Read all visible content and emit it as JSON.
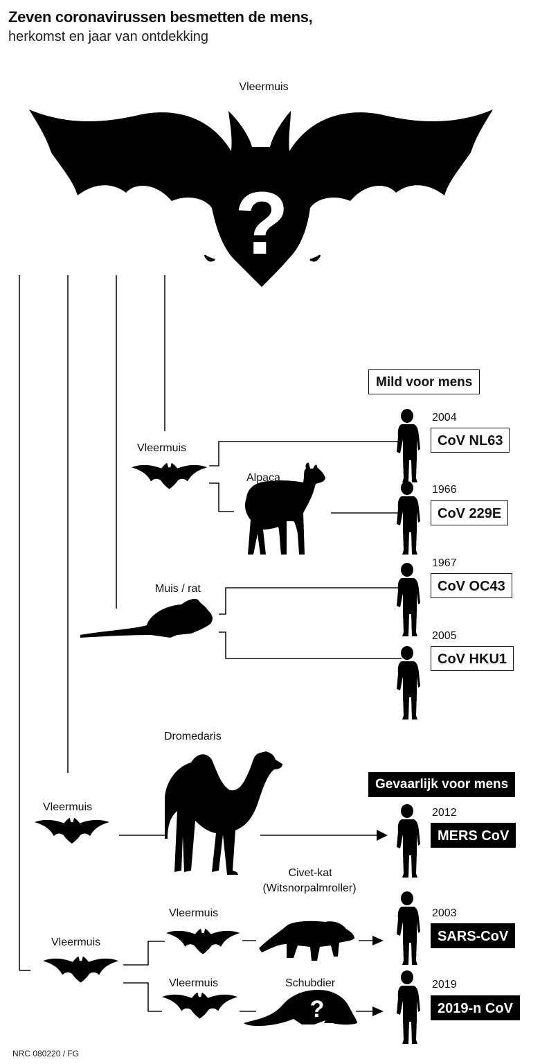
{
  "header": {
    "title": "Zeven coronavirussen besmetten de mens,",
    "subtitle": "herkomst en jaar van ontdekking"
  },
  "top_animal": {
    "label": "Vleermuis",
    "mark": "?"
  },
  "categories": {
    "mild": "Mild voor mens",
    "dangerous": "Gevaarlijk voor mens"
  },
  "hosts": {
    "bat_nl63": "Vleermuis",
    "alpaca": "Alpaca",
    "mouse": "Muis / rat",
    "dromedary": "Dromedaris",
    "bat_mers": "Vleermuis",
    "civet": "Civet-kat",
    "civet_sub": "(Witsnorpalmroller)",
    "bat_sars_root": "Vleermuis",
    "bat_sars": "Vleermuis",
    "bat_2019": "Vleermuis",
    "pangolin": "Schubdier",
    "pangolin_mark": "?"
  },
  "viruses": [
    {
      "name": "CoV NL63",
      "year": "2004",
      "severity": "mild"
    },
    {
      "name": "CoV 229E",
      "year": "1966",
      "severity": "mild"
    },
    {
      "name": "CoV OC43",
      "year": "1967",
      "severity": "mild"
    },
    {
      "name": "CoV HKU1",
      "year": "2005",
      "severity": "mild"
    },
    {
      "name": "MERS CoV",
      "year": "2012",
      "severity": "dangerous"
    },
    {
      "name": "SARS-CoV",
      "year": "2003",
      "severity": "dangerous"
    },
    {
      "name": "2019-n CoV",
      "year": "2019",
      "severity": "dangerous"
    }
  ],
  "icons": {
    "bat": "bat-icon",
    "alpaca": "alpaca-icon",
    "mouse": "mouse-icon",
    "camel": "camel-icon",
    "civet": "civet-icon",
    "pangolin": "pangolin-icon",
    "human": "human-icon"
  },
  "credit": "NRC 080220 / FG"
}
